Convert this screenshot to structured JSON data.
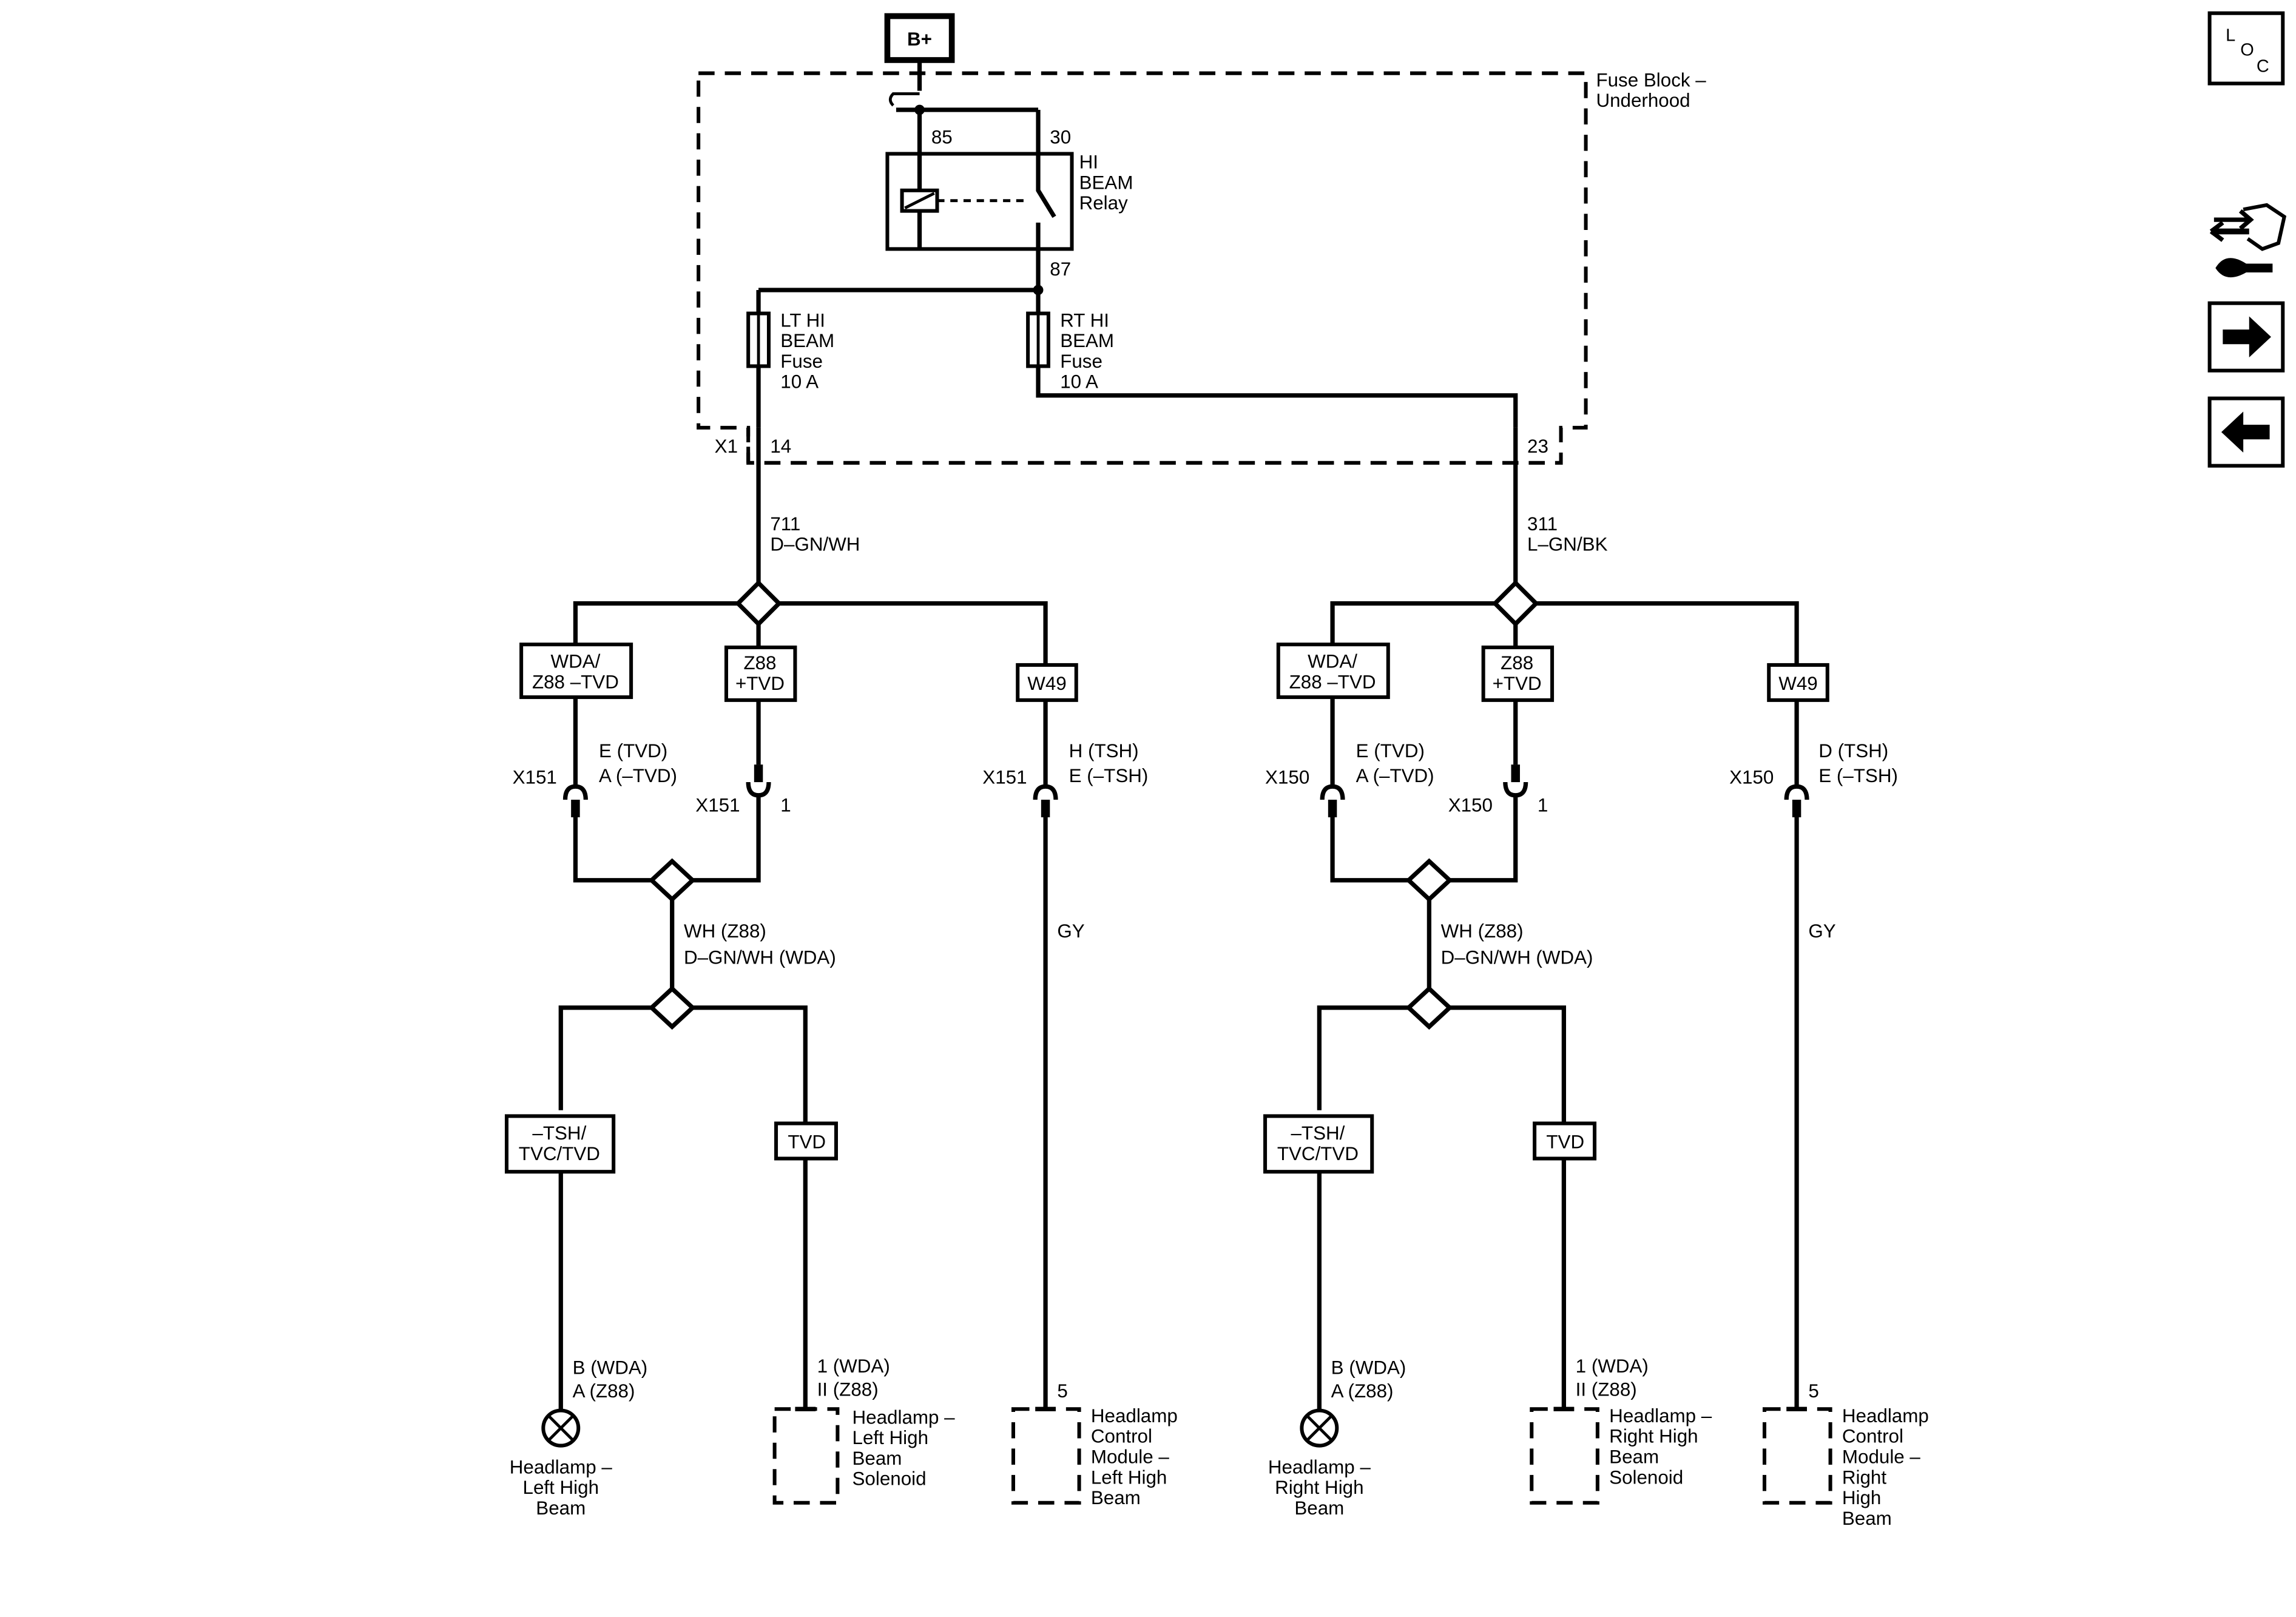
{
  "power": {
    "label": "B+"
  },
  "fuse_block": {
    "title": [
      "Fuse Block –",
      "Underhood"
    ],
    "connector": "X1",
    "relay": {
      "name": [
        "HI",
        "BEAM",
        "Relay"
      ],
      "pin_85": "85",
      "pin_30": "30",
      "pin_87": "87"
    },
    "lt_fuse": [
      "LT HI",
      "BEAM",
      "Fuse",
      "10 A"
    ],
    "rt_fuse": [
      "RT HI",
      "BEAM",
      "Fuse",
      "10 A"
    ],
    "pin_left": "14",
    "pin_right": "23"
  },
  "wires": {
    "left": {
      "circuit": "711",
      "color": "D–GN/WH"
    },
    "right": {
      "circuit": "311",
      "color": "L–GN/BK"
    }
  },
  "options": {
    "wda_z88": [
      "WDA/",
      "Z88 –TVD"
    ],
    "z88_tvd": [
      "Z88",
      "+TVD"
    ],
    "w49": "W49",
    "tsh": [
      "–TSH/",
      "TVC/TVD"
    ],
    "tvd": "TVD"
  },
  "left_side": {
    "conn_a": {
      "name": "X151",
      "pins": [
        "E (TVD)",
        "A (–TVD)"
      ]
    },
    "conn_b": {
      "name": "X151",
      "pin": "1"
    },
    "conn_c": {
      "name": "X151",
      "pins": [
        "H (TSH)",
        "E (–TSH)"
      ]
    },
    "splice_wire": [
      "WH (Z88)",
      "D–GN/WH (WDA)"
    ],
    "gy_wire": "GY",
    "lamp_pins": [
      "B (WDA)",
      "A (Z88)"
    ],
    "lamp_name": [
      "Headlamp –",
      "Left High",
      "Beam"
    ],
    "solenoid_pins": [
      "1 (WDA)",
      "II (Z88)"
    ],
    "solenoid_name": [
      "Headlamp –",
      "Left High",
      "Beam",
      "Solenoid"
    ],
    "module_pin": "5",
    "module_name": [
      "Headlamp",
      "Control",
      "Module –",
      "Left High",
      "Beam"
    ]
  },
  "right_side": {
    "conn_a": {
      "name": "X150",
      "pins": [
        "E (TVD)",
        "A (–TVD)"
      ]
    },
    "conn_b": {
      "name": "X150",
      "pin": "1"
    },
    "conn_c": {
      "name": "X150",
      "pins": [
        "D (TSH)",
        "E (–TSH)"
      ]
    },
    "splice_wire": [
      "WH (Z88)",
      "D–GN/WH (WDA)"
    ],
    "gy_wire": "GY",
    "lamp_pins": [
      "B (WDA)",
      "A (Z88)"
    ],
    "lamp_name": [
      "Headlamp –",
      "Right High",
      "Beam"
    ],
    "solenoid_pins": [
      "1 (WDA)",
      "II (Z88)"
    ],
    "solenoid_name": [
      "Headlamp –",
      "Right High",
      "Beam",
      "Solenoid"
    ],
    "module_pin": "5",
    "module_name": [
      "Headlamp",
      "Control",
      "Module –",
      "Right",
      "High",
      "Beam"
    ]
  },
  "sidebar": {
    "loc": {
      "l": "L",
      "o": "O",
      "c": "C"
    },
    "icons": [
      "component-connector-icon",
      "arrow-right-icon",
      "arrow-left-icon"
    ]
  }
}
